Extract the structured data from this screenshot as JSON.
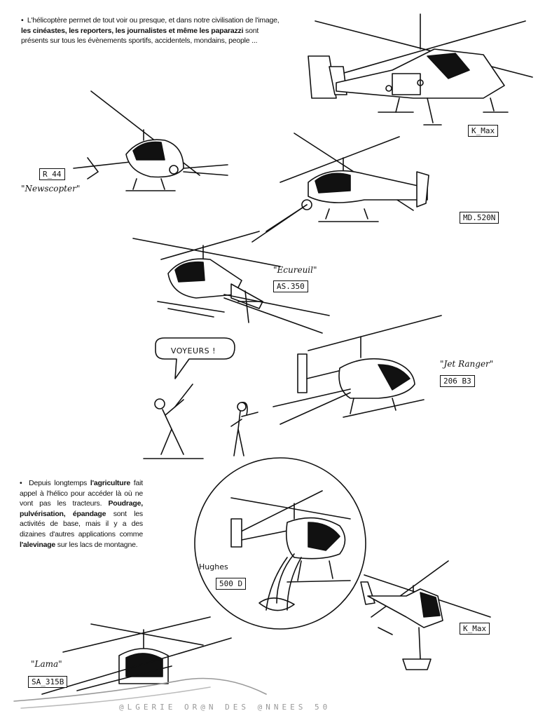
{
  "intro": {
    "bullet": "•",
    "t1": "L'hélicoptère permet de tout voir ou presque, et dans notre civilisation de l'image, ",
    "t2": "les cinéastes, les reporters, les journalistes et même les paparazzi",
    "t3": " sont présents sur tous les évènements sportifs, accidentels, mondains, people ..."
  },
  "agri": {
    "bullet": "•",
    "t1": "Depuis longtemps ",
    "t2": "l'agriculture",
    "t3": " fait appel à l'hélico pour accéder là où ne vont pas les tracteurs. ",
    "t4": "Poudrage, pulvérisation, épandage",
    "t5": " sont les activités de base, mais il y a des dizaines d'autres applications comme ",
    "t6": "l'alevinage",
    "t7": " sur les lacs de montagne."
  },
  "labels": {
    "kmax_top": "K_Max",
    "r44": "R_44",
    "newscopter": "\"Newscopter\"",
    "md520n": "MD.520N",
    "ecureuil": "\"Ecureuil\"",
    "as350": "AS.350",
    "jetranger": "\"Jet Ranger\"",
    "b206": "206 B3",
    "voyeurs": "VOYEURS !",
    "hughes": "Hughes",
    "h500d": "500 D",
    "kmax_bottom": "K_Max",
    "lama": "\"Lama\"",
    "sa315b": "SA_315B"
  },
  "footer": "@LGERIE OR@N DES @NNEES 50",
  "colors": {
    "ink": "#111111",
    "paper": "#ffffff",
    "footer": "#9a9a9a"
  }
}
